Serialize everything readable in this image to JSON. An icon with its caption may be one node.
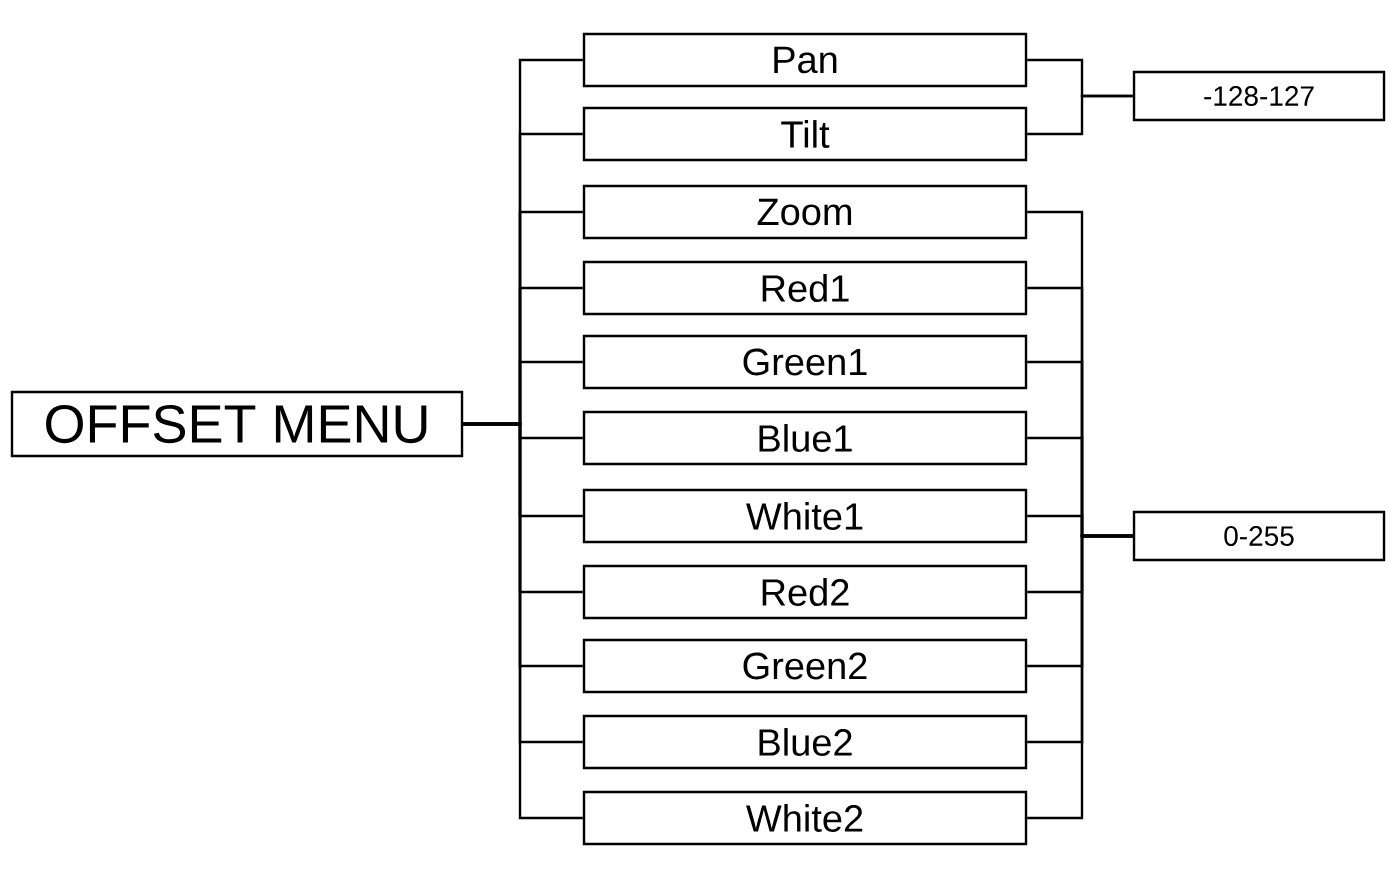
{
  "diagram": {
    "nodes": [
      {
        "text": [
          "OFFSET MENU"
        ]
      },
      {
        "text": [
          "Pan"
        ]
      },
      {
        "text": [
          "Tilt"
        ]
      },
      {
        "text": [
          "Zoom"
        ]
      },
      {
        "text": [
          "Red1"
        ]
      },
      {
        "text": [
          "Green1"
        ]
      },
      {
        "text": [
          "Blue1"
        ]
      },
      {
        "text": [
          "White1"
        ]
      },
      {
        "text": [
          "Red2"
        ]
      },
      {
        "text": [
          "Green2"
        ]
      },
      {
        "text": [
          "Blue2"
        ]
      },
      {
        "text": [
          "White2"
        ]
      },
      {
        "text": [
          "-128-127"
        ]
      },
      {
        "text": [
          "0-255"
        ]
      }
    ],
    "edges": [
      {
        "from": 0,
        "to": 1,
        "arrow": "none"
      },
      {
        "from": 0,
        "to": 2,
        "arrow": "none"
      },
      {
        "from": 0,
        "to": 3,
        "arrow": "none"
      },
      {
        "from": 0,
        "to": 4,
        "arrow": "none"
      },
      {
        "from": 0,
        "to": 5,
        "arrow": "none"
      },
      {
        "from": 0,
        "to": 6,
        "arrow": "none"
      },
      {
        "from": 0,
        "to": 7,
        "arrow": "none"
      },
      {
        "from": 0,
        "to": 8,
        "arrow": "none"
      },
      {
        "from": 0,
        "to": 9,
        "arrow": "none"
      },
      {
        "from": 0,
        "to": 10,
        "arrow": "none"
      },
      {
        "from": 0,
        "to": 11,
        "arrow": "none"
      },
      {
        "from": 1,
        "to": 12,
        "arrow": "none"
      },
      {
        "from": 2,
        "to": 12,
        "arrow": "none"
      },
      {
        "from": 3,
        "to": 13,
        "arrow": "none"
      },
      {
        "from": 4,
        "to": 13,
        "arrow": "none"
      },
      {
        "from": 5,
        "to": 13,
        "arrow": "none"
      },
      {
        "from": 6,
        "to": 13,
        "arrow": "none"
      },
      {
        "from": 7,
        "to": 13,
        "arrow": "none"
      },
      {
        "from": 8,
        "to": 13,
        "arrow": "none"
      },
      {
        "from": 9,
        "to": 13,
        "arrow": "none"
      },
      {
        "from": 10,
        "to": 13,
        "arrow": "none"
      },
      {
        "from": 11,
        "to": 13,
        "arrow": "none"
      }
    ]
  }
}
